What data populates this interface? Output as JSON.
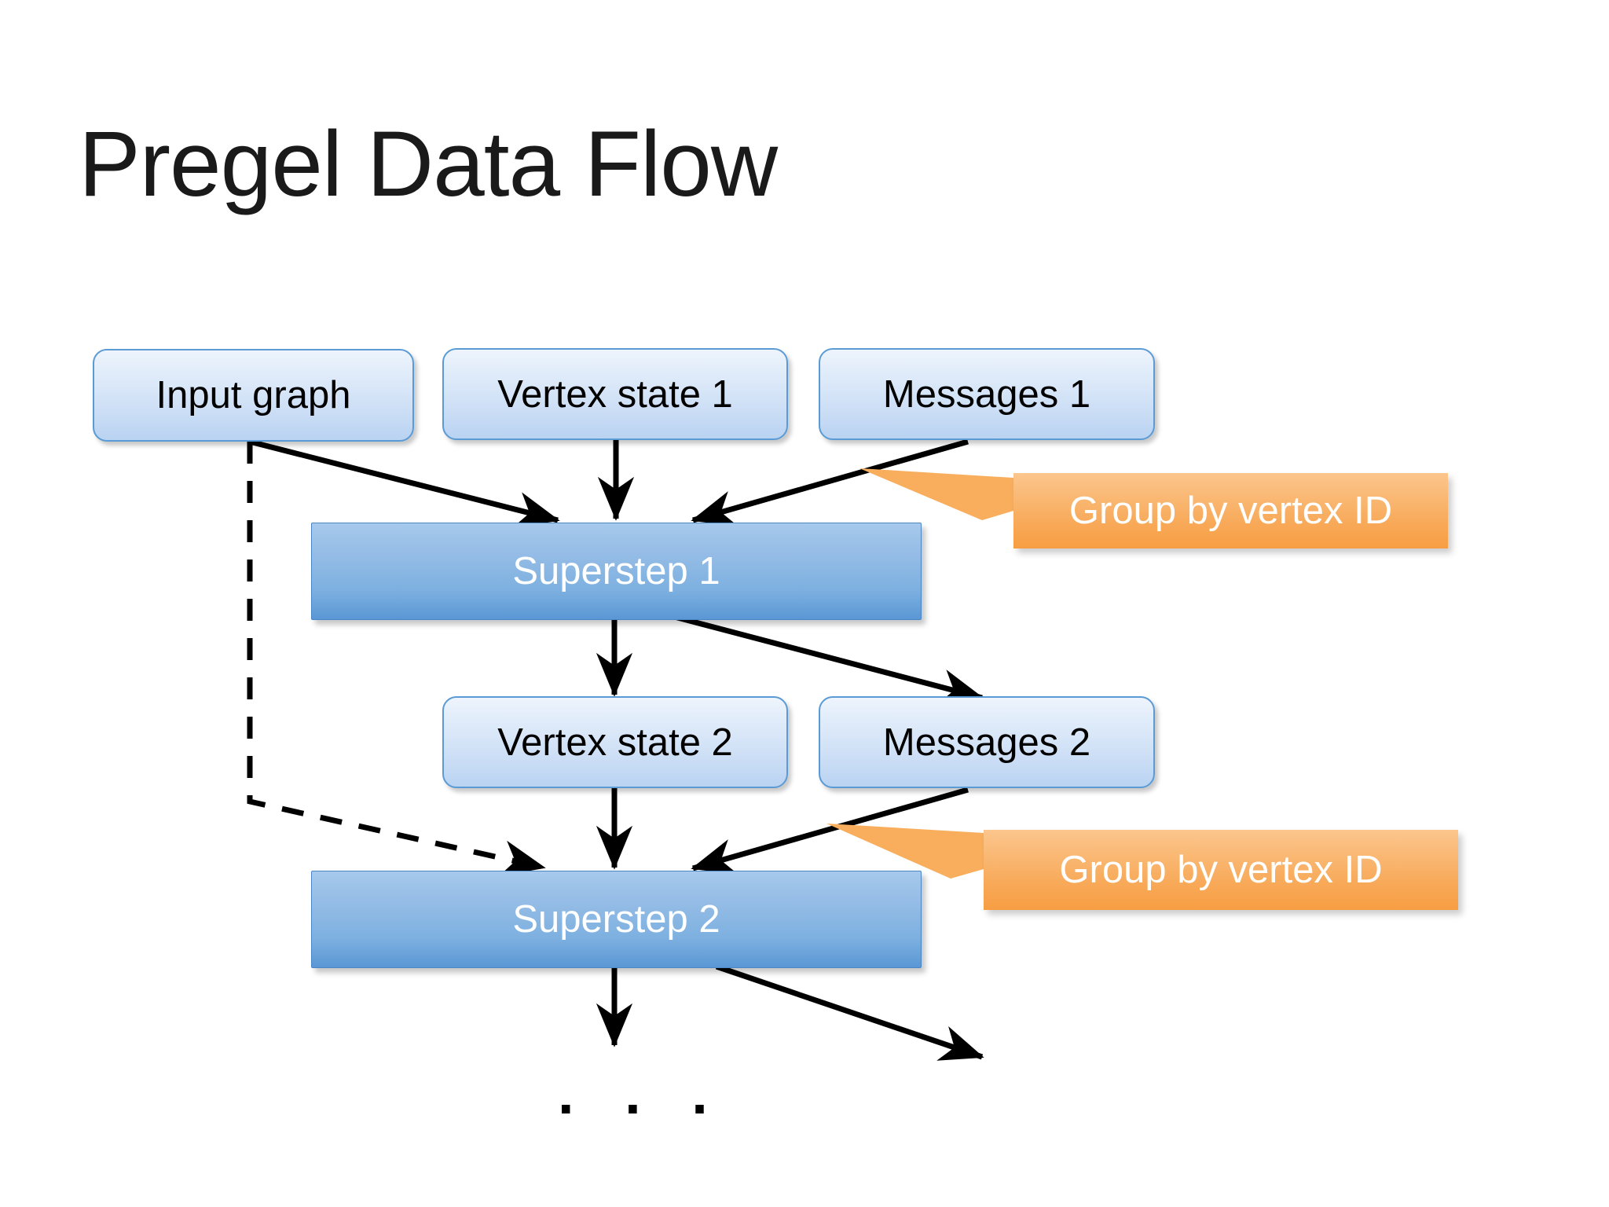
{
  "slide": {
    "title": "Pregel Data Flow",
    "background": "#ffffff"
  },
  "colors": {
    "data_box_border": "#5b9bd5",
    "data_box_fill_top": "#eef4fc",
    "data_box_fill_bottom": "#b9d3f2",
    "step_box_fill_top": "#a6c9ec",
    "step_box_fill_bottom": "#5a97d4",
    "callout_fill_top": "#fcc68d",
    "callout_fill_bottom": "#f79e43",
    "text_dark": "#000000",
    "text_light": "#ffffff",
    "connector": "#000000"
  },
  "nodes": {
    "input_graph": "Input graph",
    "vertex_state_1": "Vertex state 1",
    "messages_1": "Messages 1",
    "superstep_1": "Superstep 1",
    "vertex_state_2": "Vertex state 2",
    "messages_2": "Messages 2",
    "superstep_2": "Superstep 2",
    "ellipsis": ". . ."
  },
  "callouts": {
    "group_by_vertex_id_1": "Group by vertex ID",
    "group_by_vertex_id_2": "Group by vertex ID"
  },
  "edges": [
    {
      "name": "input-graph-to-superstep-1",
      "from": "input_graph",
      "to": "superstep_1",
      "style": "solid"
    },
    {
      "name": "input-graph-to-superstep-2",
      "from": "input_graph",
      "to": "superstep_2",
      "style": "dashed"
    },
    {
      "name": "vertex-state-1-to-superstep-1",
      "from": "vertex_state_1",
      "to": "superstep_1",
      "style": "solid"
    },
    {
      "name": "messages-1-to-superstep-1",
      "from": "messages_1",
      "to": "superstep_1",
      "style": "solid"
    },
    {
      "name": "superstep-1-to-vertex-state-2",
      "from": "superstep_1",
      "to": "vertex_state_2",
      "style": "solid"
    },
    {
      "name": "superstep-1-to-messages-2",
      "from": "superstep_1",
      "to": "messages_2",
      "style": "solid"
    },
    {
      "name": "vertex-state-2-to-superstep-2",
      "from": "vertex_state_2",
      "to": "superstep_2",
      "style": "solid"
    },
    {
      "name": "messages-2-to-superstep-2",
      "from": "messages_2",
      "to": "superstep_2",
      "style": "solid"
    },
    {
      "name": "superstep-2-to-ellipsis",
      "from": "superstep_2",
      "to": "ellipsis",
      "style": "solid"
    },
    {
      "name": "superstep-2-to-next-messages",
      "from": "superstep_2",
      "to": "next",
      "style": "solid"
    }
  ]
}
